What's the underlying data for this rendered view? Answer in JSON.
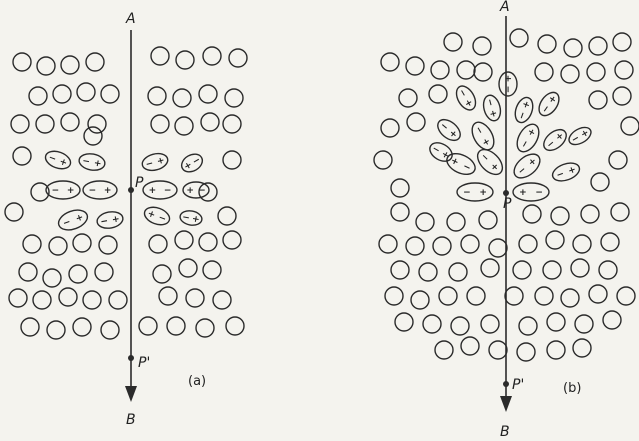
{
  "panels": [
    {
      "id": "a",
      "caption": "(a)",
      "labels": {
        "top": "A",
        "bottom": "B",
        "point": "P",
        "point_lower": "P'"
      }
    },
    {
      "id": "b",
      "caption": "(b)",
      "labels": {
        "top": "A",
        "bottom": "B",
        "point": "P",
        "point_lower": "P'"
      }
    }
  ],
  "signs": {
    "plus": "+",
    "minus": "−"
  },
  "colors": {
    "ink": "#2b2b2b",
    "paper": "#f4f3ee"
  }
}
